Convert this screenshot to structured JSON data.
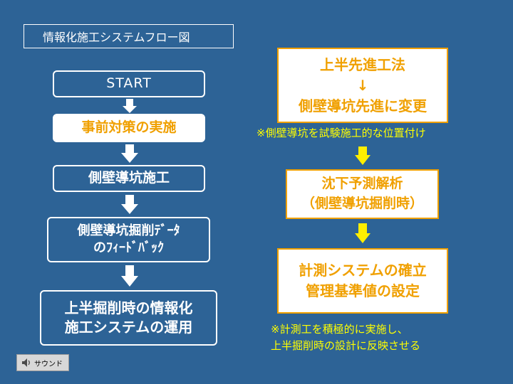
{
  "title": "情報化施工システムフロー図",
  "left_flow": {
    "start": "START",
    "pre_measures": "事前対策の実施",
    "side_drift": "側壁導坑施工",
    "feedback_line1": "側壁導坑掘削ﾃﾞｰﾀ",
    "feedback_line2": "のﾌｨｰﾄﾞﾊﾞｯｸ",
    "operation_line1": "上半掘削時の情報化",
    "operation_line2": "施工システムの運用"
  },
  "right_flow": {
    "box1_line1": "上半先進工法",
    "box1_arrow": "↓",
    "box1_line2": "側壁導坑先進に変更",
    "note1": "※側壁導坑を試験施工的な位置付け",
    "box2_line1": "沈下予測解析",
    "box2_line2": "（側壁導坑掘削時）",
    "box3_line1": "計測システムの確立",
    "box3_line2": "管理基準値の設定",
    "note2_line1": "※計測工を積極的に実施し、",
    "note2_line2": "上半掘削時の設計に反映させる"
  },
  "sound_button": {
    "label": "サウンド"
  },
  "colors": {
    "background": "#2d6396",
    "white": "#ffffff",
    "orange": "#f0a000",
    "yellow_arrow": "#ffee00",
    "note_yellow": "#ffff00"
  }
}
